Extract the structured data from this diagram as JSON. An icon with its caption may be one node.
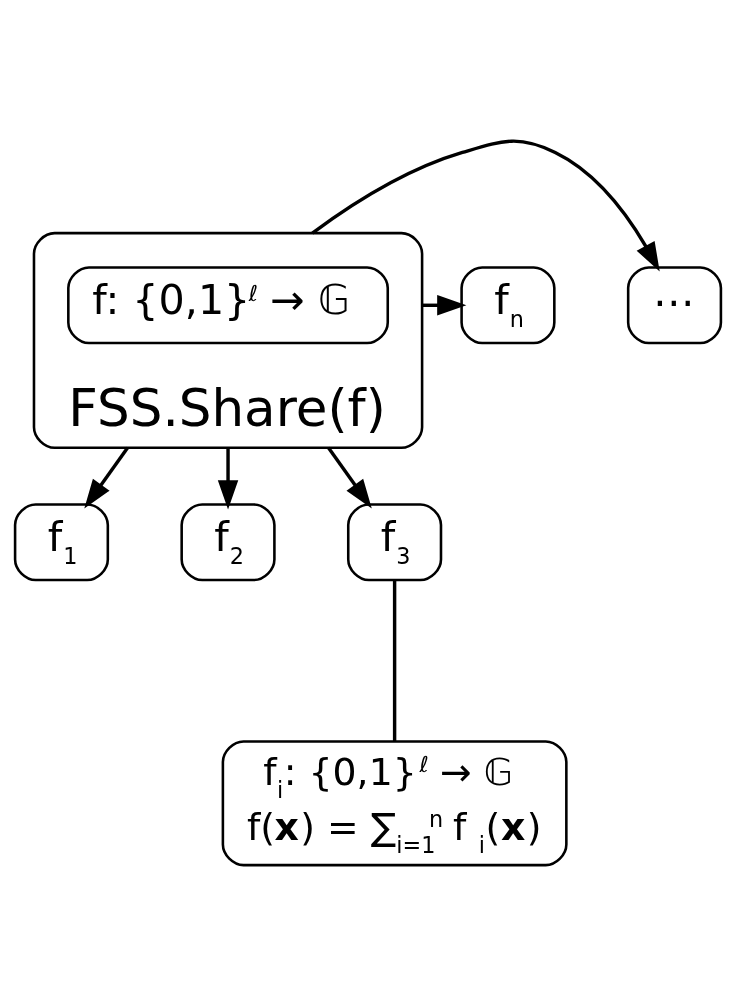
{
  "diagram": {
    "nodes": [
      {
        "text": [
          "FSS.Share(f)"
        ]
      },
      {
        "text": [
          "f: {0,1}$^{ℓ}$ → 𝔾"
        ],
        "in": 0
      },
      {
        "text": [
          "f$_{n}$"
        ]
      },
      {
        "text": [
          "⋯"
        ]
      },
      {
        "text": [
          "f$_{1}$"
        ]
      },
      {
        "text": [
          "f$_{2}$"
        ]
      },
      {
        "text": [
          "f$_{3}$"
        ]
      },
      {
        "text": [
          "f$_{i}$: {0,1}$^{ℓ}$ → 𝔾",
          "f(**x**) = ∑$_{i=1}$$^{n}$ f$_{i}$(**x**)"
        ]
      }
    ],
    "edges": [
      {
        "from": 0,
        "to": 2,
        "arrow": "to"
      },
      {
        "from": 0,
        "to": 3,
        "arrow": "to"
      },
      {
        "from": 0,
        "to": 4,
        "arrow": "to"
      },
      {
        "from": 0,
        "to": 5,
        "arrow": "to"
      },
      {
        "from": 0,
        "to": 6,
        "arrow": "to"
      },
      {
        "from": 7,
        "to": 6,
        "arrow": "none"
      }
    ]
  }
}
